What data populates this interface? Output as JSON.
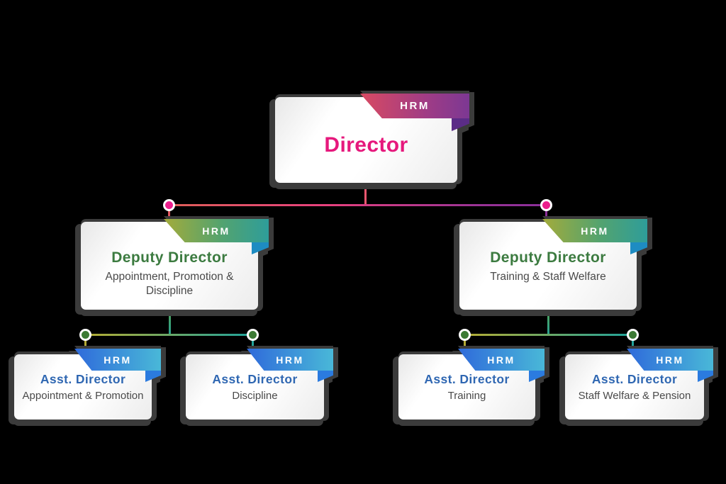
{
  "page": {
    "background": "#000000"
  },
  "org": {
    "director": {
      "badge": "HRM",
      "title": "Director"
    },
    "deputies": [
      {
        "badge": "HRM",
        "title": "Deputy Director",
        "subtitle": "Appointment, Promotion & Discipline"
      },
      {
        "badge": "HRM",
        "title": "Deputy Director",
        "subtitle": "Training & Staff Welfare"
      }
    ],
    "assistants": [
      {
        "badge": "HRM",
        "title": "Asst. Director",
        "subtitle": "Appointment & Promotion"
      },
      {
        "badge": "HRM",
        "title": "Asst. Director",
        "subtitle": "Discipline"
      },
      {
        "badge": "HRM",
        "title": "Asst. Director",
        "subtitle": "Training"
      },
      {
        "badge": "HRM",
        "title": "Asst. Director",
        "subtitle": "Staff Welfare & Pension"
      }
    ],
    "colors": {
      "director_title": "#E6187C",
      "deputy_title": "#3C7B40",
      "assistant_title": "#2F67B2",
      "subtitle_text": "#4A4A4A",
      "director_badge_gradient": [
        "#D84A62",
        "#7C3893"
      ],
      "director_fold": "#5B2C87",
      "deputy_badge_gradient": [
        "#A3AB3B",
        "#2E9D9A"
      ],
      "deputy_fold": "#1E8CC2",
      "assistant_badge_gradient": [
        "#2F6ADA",
        "#49B8D8"
      ],
      "assistant_fold": "#2B7BDF",
      "level1_connector_gradient": [
        "#DE5F58",
        "#8A2F99"
      ],
      "level1_node": "#EB1E8C",
      "level2_connector_gradient": [
        "#B6AD33",
        "#20A39B"
      ],
      "level2_node": "#3C7A34",
      "card_shadow": "#3B3B3B",
      "card_background": "#FFFFFF"
    }
  }
}
